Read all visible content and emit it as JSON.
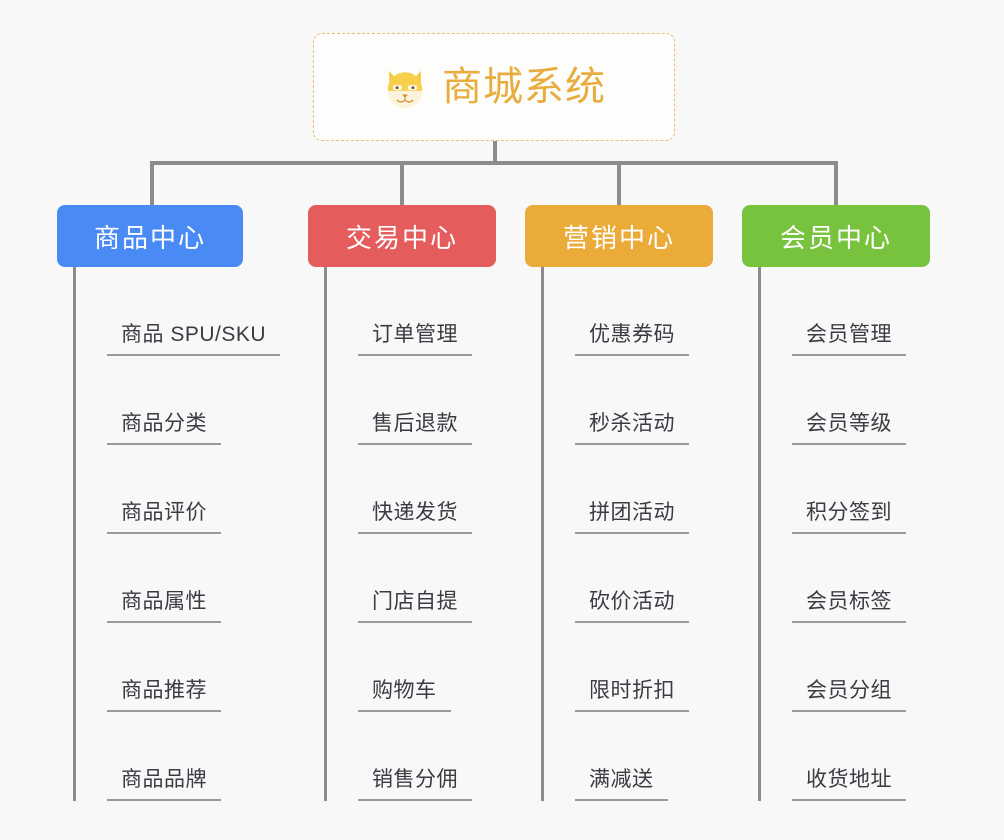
{
  "root": {
    "title": "商城系统",
    "icon": "shiba-dog-face-icon",
    "border_color": "#e8bf72",
    "title_color": "#e8ac3f",
    "background": "#fdfdfb"
  },
  "page": {
    "background": "#f8f8f8",
    "connector_color": "#8c8c8c"
  },
  "columns": [
    {
      "label": "商品中心",
      "color": "#4a8af4",
      "items": [
        "商品 SPU/SKU",
        "商品分类",
        "商品评价",
        "商品属性",
        "商品推荐",
        "商品品牌"
      ]
    },
    {
      "label": "交易中心",
      "color": "#e45c5c",
      "items": [
        "订单管理",
        "售后退款",
        "快递发货",
        "门店自提",
        "购物车",
        "销售分佣"
      ]
    },
    {
      "label": "营销中心",
      "color": "#eaab38",
      "items": [
        "优惠券码",
        "秒杀活动",
        "拼团活动",
        "砍价活动",
        "限时折扣",
        "满减送"
      ]
    },
    {
      "label": "会员中心",
      "color": "#78c33e",
      "items": [
        "会员管理",
        "会员等级",
        "积分签到",
        "会员标签",
        "会员分组",
        "收货地址"
      ]
    }
  ]
}
